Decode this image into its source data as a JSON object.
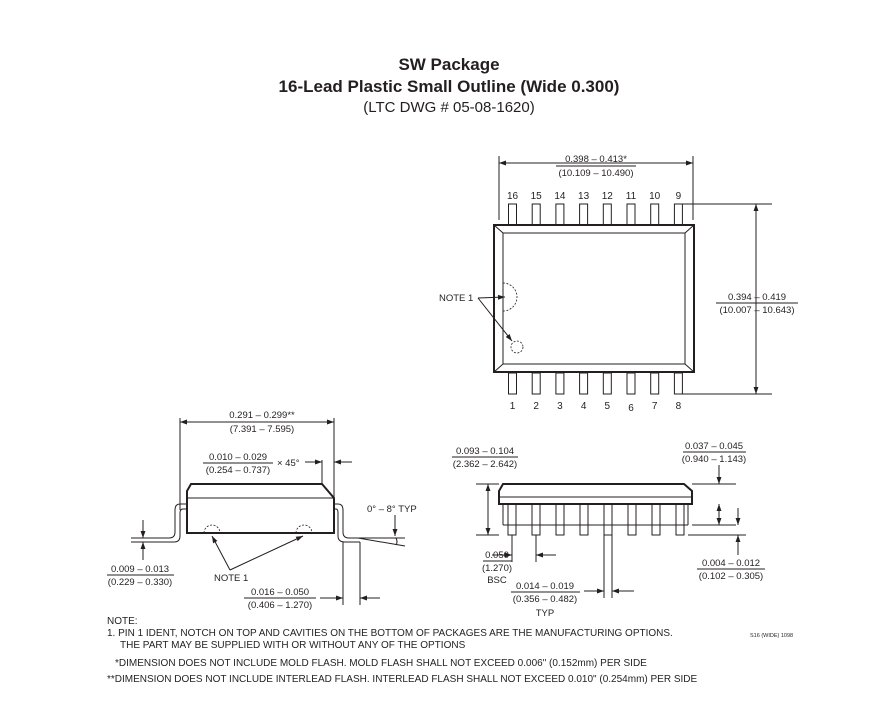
{
  "header": {
    "title": "SW Package",
    "subtitle": "16-Lead Plastic Small Outline (Wide 0.300)",
    "drawing_number": "(LTC DWG # 05-08-1620)"
  },
  "top_view": {
    "width_dim_in": "0.398 – 0.413*",
    "width_dim_mm": "(10.109 – 10.490)",
    "height_dim_in": "0.394 – 0.419",
    "height_dim_mm": "(10.007 – 10.643)",
    "note_label": "NOTE 1",
    "top_pins": [
      "16",
      "15",
      "14",
      "13",
      "12",
      "11",
      "10",
      "9"
    ],
    "bottom_pins": [
      "1",
      "2",
      "3",
      "4",
      "5",
      "6",
      "7",
      "8"
    ]
  },
  "side_view": {
    "width_dim_in": "0.291 – 0.299**",
    "width_dim_mm": "(7.391 – 7.595)",
    "chamfer_in": "0.010 – 0.029",
    "chamfer_mm": "(0.254 – 0.737)",
    "chamfer_angle": "× 45°",
    "angle_label": "0° – 8° TYP",
    "lead_thick_in": "0.009 – 0.013",
    "lead_thick_mm": "(0.229 – 0.330)",
    "note_label": "NOTE 1",
    "foot_in": "0.016 – 0.050",
    "foot_mm": "(0.406 – 1.270)"
  },
  "end_view": {
    "height_in": "0.093 – 0.104",
    "height_mm": "(2.362 – 2.642)",
    "body_in": "0.037 – 0.045",
    "body_mm": "(0.940 – 1.143)",
    "pitch_in": "0.050",
    "pitch_mm": "(1.270)",
    "pitch_note": "BSC",
    "lead_w_in": "0.014 – 0.019",
    "lead_w_mm": "(0.356 – 0.482)",
    "lead_w_note": "TYP",
    "standoff_in": "0.004 – 0.012",
    "standoff_mm": "(0.102 – 0.305)"
  },
  "notes": {
    "heading": "NOTE:",
    "line1": "1. PIN 1 IDENT, NOTCH ON TOP AND CAVITIES ON THE BOTTOM OF PACKAGES ARE THE MANUFACTURING OPTIONS.",
    "line2": "THE PART MAY BE SUPPLIED WITH OR WITHOUT ANY OF THE OPTIONS",
    "line3": "*DIMENSION DOES NOT INCLUDE MOLD FLASH. MOLD FLASH SHALL NOT EXCEED 0.006\" (0.152mm) PER SIDE",
    "line4": "**DIMENSION DOES NOT INCLUDE INTERLEAD FLASH. INTERLEAD FLASH SHALL NOT EXCEED 0.010\" (0.254mm) PER SIDE",
    "code": "S16 (WIDE) 1098"
  }
}
